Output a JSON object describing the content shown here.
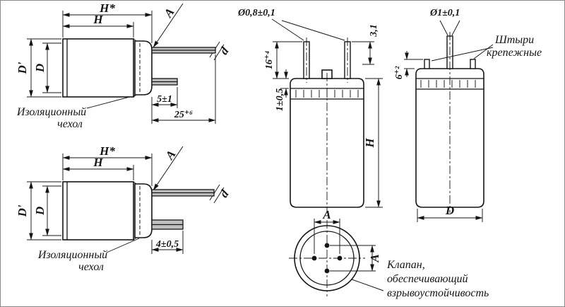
{
  "dims": {
    "H_star": "H*",
    "H": "H",
    "D_prime": "D'",
    "D": "D",
    "A": "A",
    "d": "d",
    "len_5": "5±1",
    "len_25": "25⁺⁶",
    "len_4": "4±0,5",
    "dia_08": "Ø0,8±0,1",
    "dia_1": "Ø1±0,1",
    "len_3_1": "3,1",
    "len_16": "16⁺⁴",
    "len_1": "1±0,5",
    "len_6": "6⁺²"
  },
  "labels": {
    "sleeve_line1": "Изоляционный",
    "sleeve_line2": "чехол",
    "pins_line1": "Штыри",
    "pins_line2": "крепежные",
    "valve_line1": "Клапан,",
    "valve_line2": "обеспечивающий",
    "valve_line3": "взрывоустойчивость"
  }
}
